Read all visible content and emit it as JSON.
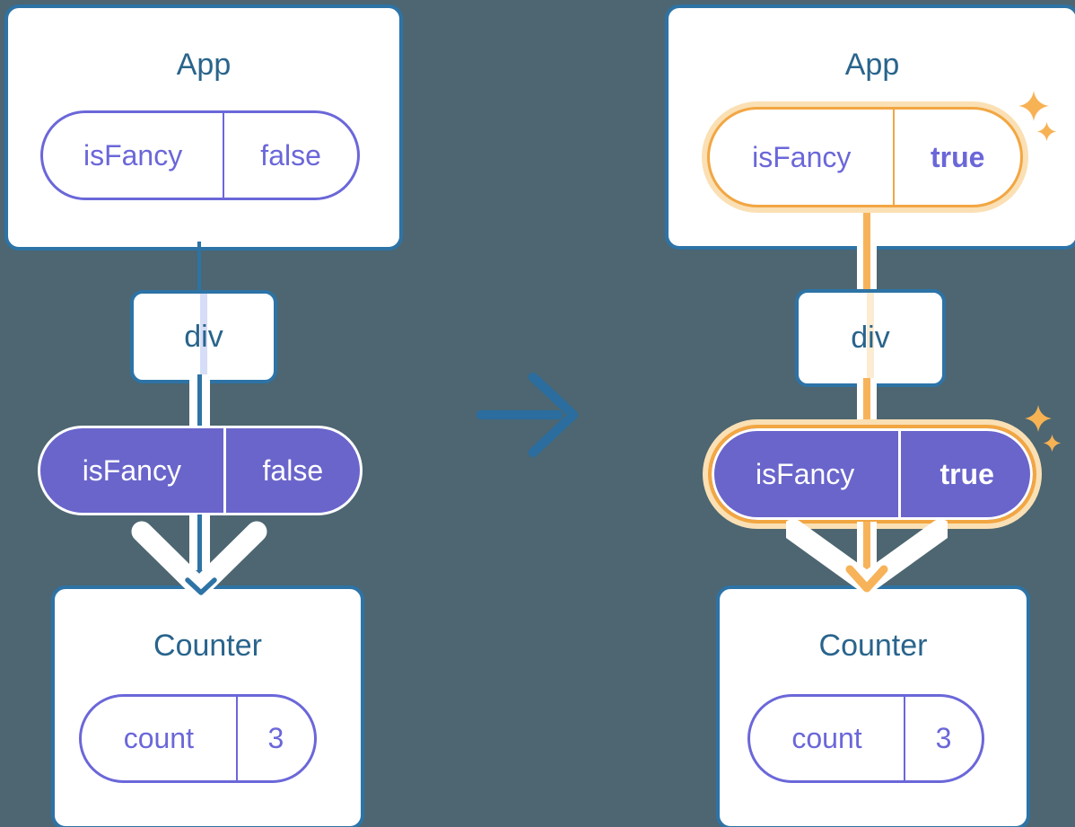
{
  "colors": {
    "background": "#4d6671",
    "card_border_blue": "#2d73a6",
    "heading_blue": "#29648c",
    "purple_outline": "#6b67d9",
    "purple_fill": "#6a65cb",
    "highlight_orange": "#f2a642",
    "highlight_orange_glow": "#fae0b4",
    "sparkle_orange": "#f7b254",
    "faded_purple_line": "#d6ddf6",
    "faded_orange_line": "#fcecd2",
    "white": "#ffffff"
  },
  "icons": {
    "sparkle": "four-point star",
    "transition_arrow": "right arrow",
    "flow_arrowhead": "down chevron"
  },
  "before": {
    "app": {
      "title": "App",
      "prop": {
        "name": "isFancy",
        "value": "false"
      }
    },
    "div": {
      "label": "div"
    },
    "passed_prop": {
      "name": "isFancy",
      "value": "false"
    },
    "counter": {
      "title": "Counter",
      "state": {
        "name": "count",
        "value": "3"
      }
    }
  },
  "after": {
    "app": {
      "title": "App",
      "prop": {
        "name": "isFancy",
        "value": "true"
      }
    },
    "div": {
      "label": "div"
    },
    "passed_prop": {
      "name": "isFancy",
      "value": "true"
    },
    "counter": {
      "title": "Counter",
      "state": {
        "name": "count",
        "value": "3"
      }
    }
  }
}
